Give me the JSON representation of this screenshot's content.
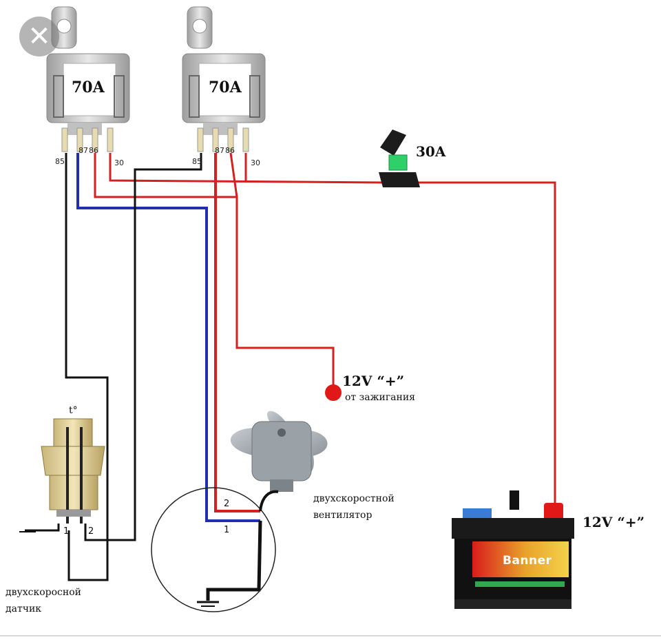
{
  "close_icon": "✕",
  "relay_left": {
    "rating": "70A",
    "pin_85": "85",
    "pin_87": "87",
    "pin_86": "86",
    "pin_30": "30"
  },
  "relay_right": {
    "rating": "70A",
    "pin_85": "85",
    "pin_87": "87",
    "pin_86": "86",
    "pin_30": "30"
  },
  "fuse": {
    "rating": "30A"
  },
  "ignition": {
    "voltage": "12V “+”",
    "caption": "от зажигания"
  },
  "fan": {
    "caption_line1": "двухскоростной",
    "caption_line2": "вентилятор",
    "wire_2": "2",
    "wire_1": "1"
  },
  "sensor": {
    "temp_symbol": "t°",
    "pin_1": "1",
    "pin_2": "2",
    "caption_line1": "двухскоросной",
    "caption_line2": "датчик"
  },
  "battery": {
    "voltage": "12V “+”",
    "brand": "Banner"
  },
  "colors": {
    "red_wire": "#d42020",
    "blue_wire": "#1f2fb0",
    "black_wire": "#111111",
    "relay_body": "#cfcfcf",
    "fuse_green": "#2fcf6a"
  }
}
